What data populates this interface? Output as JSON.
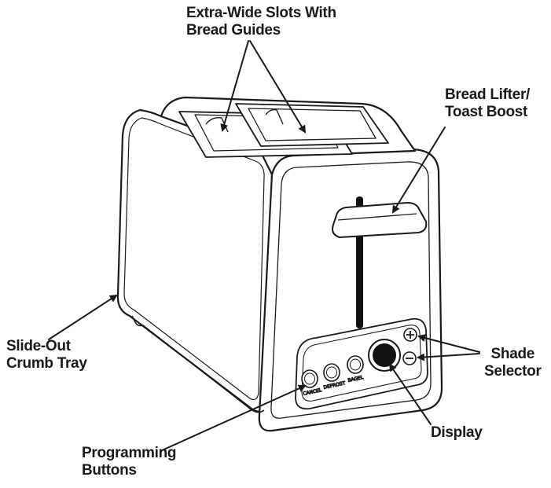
{
  "labels": {
    "slots": {
      "line1": "Extra-Wide Slots With",
      "line2": "Bread Guides"
    },
    "lifter": {
      "line1": "Bread Lifter/",
      "line2": "Toast Boost"
    },
    "crumb_tray": {
      "line1": "Slide-Out",
      "line2": "Crumb Tray"
    },
    "shade": {
      "line1": "Shade",
      "line2": "Selector"
    },
    "display": {
      "line1": "Display"
    },
    "programming": {
      "line1": "Programming",
      "line2": "Buttons"
    }
  },
  "button_labels": [
    "CANCEL",
    "DEFROST",
    "BAGEL"
  ],
  "icons": {
    "shade_plus": "plus-icon",
    "shade_minus": "minus-icon"
  },
  "colors": {
    "ink": "#1a1a1a",
    "fill": "#ffffff",
    "slot_dark": "#111111"
  }
}
